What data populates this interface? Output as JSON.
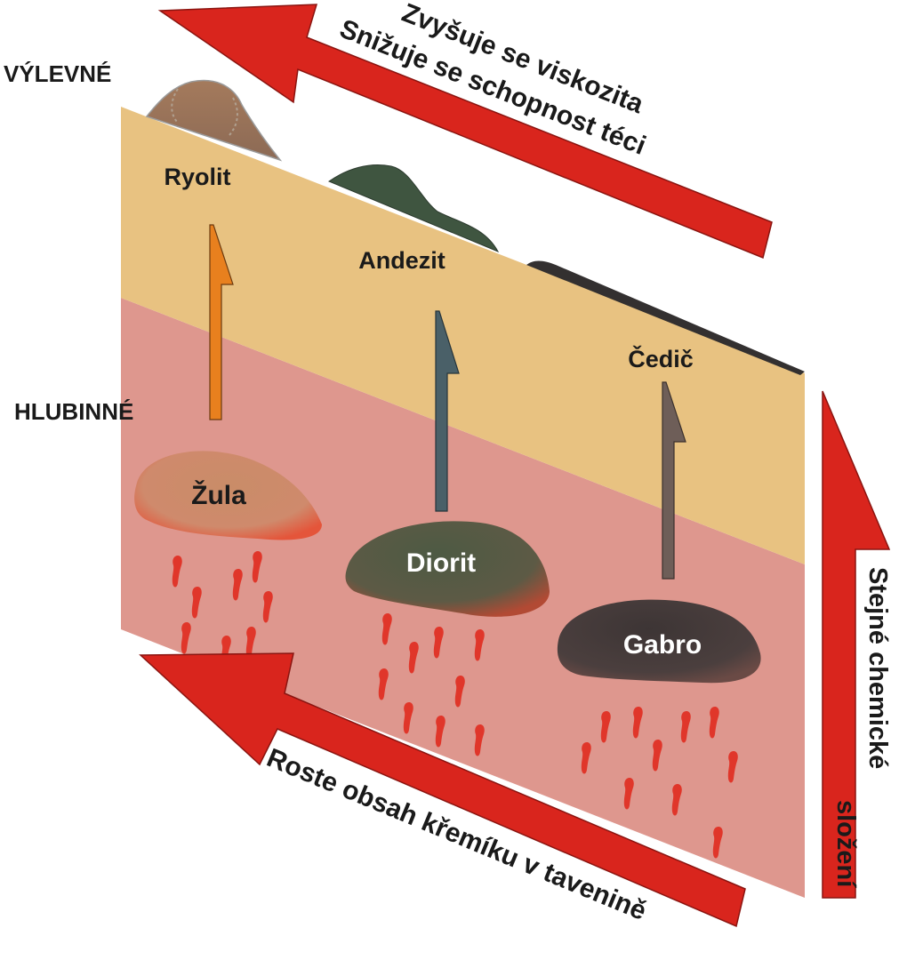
{
  "side_labels": {
    "extrusive": "VÝLEVNÉ",
    "intrusive": "HLUBINNÉ"
  },
  "rocks": {
    "extrusive": [
      "Ryolit",
      "Andezit",
      "Čedič"
    ],
    "intrusive": [
      "Žula",
      "Diorit",
      "Gabro"
    ]
  },
  "arrows": {
    "top_line1": "Zvyšuje se viskozita",
    "top_line2": "Snižuje se schopnost téci",
    "bottom": "Roste obsah křemíku v tavenině",
    "right_line1": "Stejné chemické",
    "right_line2": "složení"
  },
  "colors": {
    "surface_layer": "#e8c281",
    "deep_layer": "#de978e",
    "arrow_red": "#d9251d",
    "magma_drops": "#e0362a",
    "rhyolite_arrow": "#e8801e",
    "andesite_arrow": "#4a6068",
    "basalt_arrow": "#6e5e58"
  }
}
